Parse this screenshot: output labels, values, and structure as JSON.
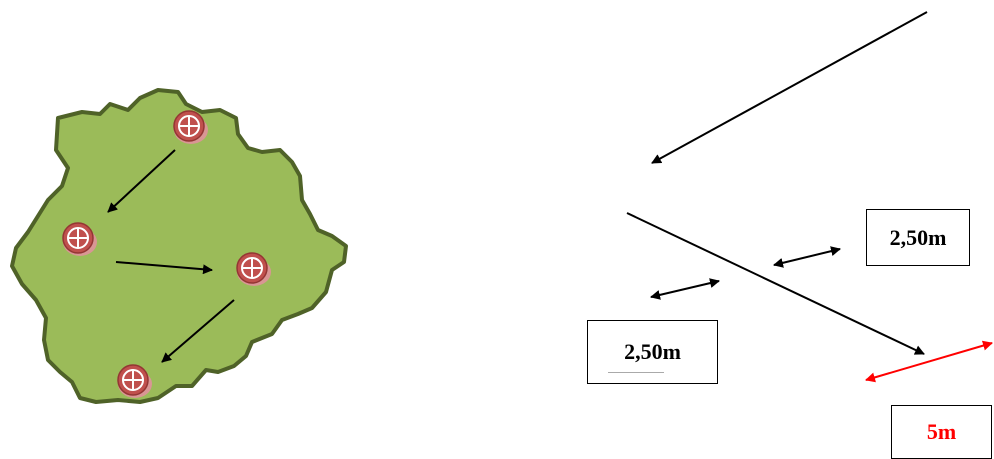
{
  "diagram": {
    "labels": {
      "right_distance": "2,50m",
      "left_distance": "2,50m",
      "total_distance": "5m"
    },
    "colors": {
      "terrain_fill": "#9bbb59",
      "terrain_border": "#4f6228",
      "manhole_fill": "#c0504d",
      "manhole_rim": "#d99694",
      "arrow": "#000000",
      "highlight": "#ff0000"
    },
    "icons": [
      "manhole-icon",
      "arrow-icon",
      "double-arrow-icon",
      "terrain-blob"
    ]
  }
}
